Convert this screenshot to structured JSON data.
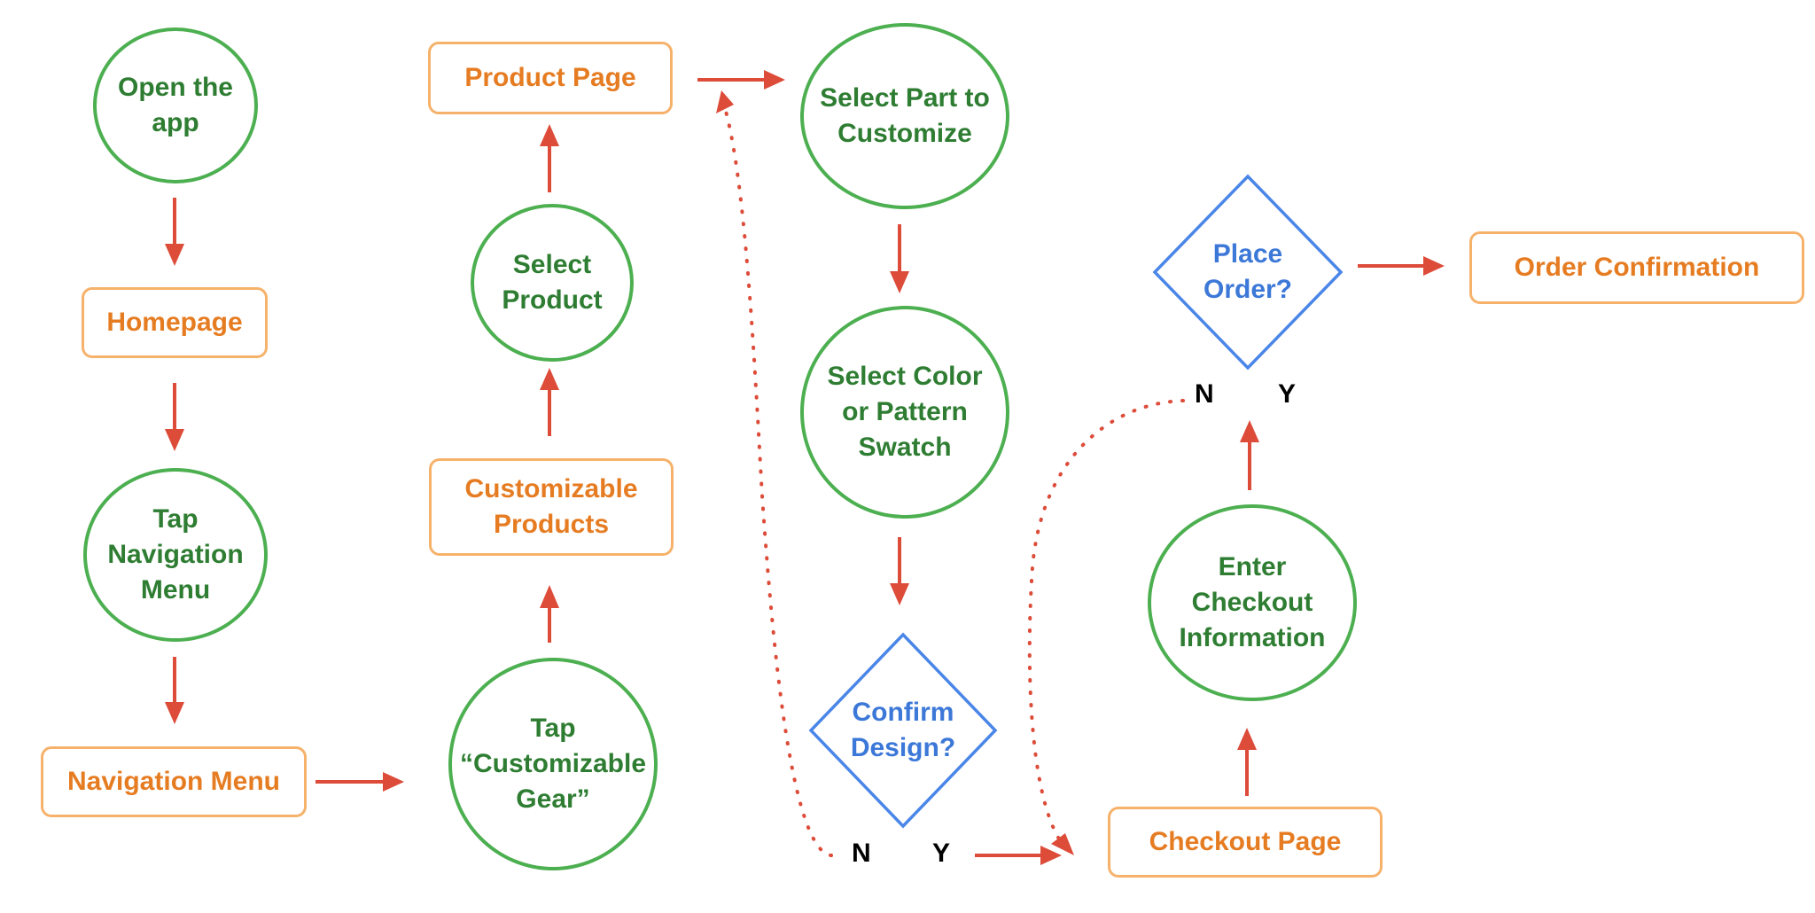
{
  "nodes": {
    "open_app": "Open the\napp",
    "homepage": "Homepage",
    "tap_nav_menu": "Tap\nNavigation\nMenu",
    "navigation_menu": "Navigation Menu",
    "tap_customizable_gear": "Tap\n“Customizable\nGear”",
    "customizable_products": "Customizable\nProducts",
    "select_product": "Select\nProduct",
    "product_page": "Product Page",
    "select_part": "Select Part to\nCustomize",
    "select_color": "Select Color\nor Pattern\nSwatch",
    "confirm_design": "Confirm\nDesign?",
    "checkout_page": "Checkout Page",
    "enter_checkout": "Enter\nCheckout\nInformation",
    "place_order": "Place\nOrder?",
    "order_confirmation": "Order Confirmation"
  },
  "decision_labels": {
    "confirm_no": "N",
    "confirm_yes": "Y",
    "place_no": "N",
    "place_yes": "Y"
  },
  "colors": {
    "circle_border": "#4caf50",
    "circle_text": "#2e7d32",
    "rect_border": "#f6b26b",
    "rect_text": "#e67c22",
    "diamond": "#4a86e8",
    "diamond_text": "#3c78d8",
    "arrow": "#dd4b39"
  }
}
